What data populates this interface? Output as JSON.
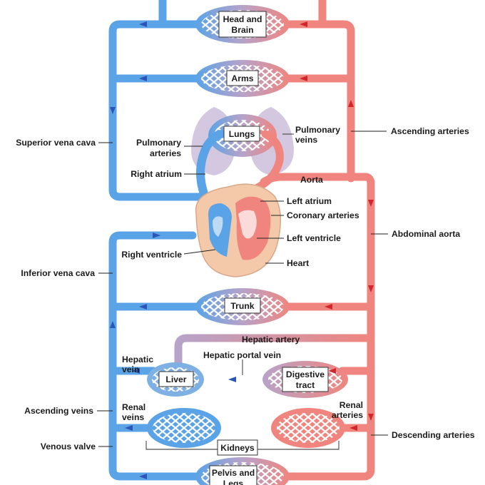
{
  "colors": {
    "venous": "#5aa3e6",
    "arterial": "#f0857f",
    "vein_arrow": "#2b56b8",
    "artery_arrow": "#d3262c",
    "capillary_mid": "#b7a3c9",
    "heart_tissue": "#f3c9a9"
  },
  "organ_boxes": {
    "head_brain": [
      "Head and",
      "Brain"
    ],
    "arms": "Arms",
    "lungs": "Lungs",
    "trunk": "Trunk",
    "liver": "Liver",
    "digestive": [
      "Digestive",
      "tract"
    ],
    "kidneys": "Kidneys",
    "pelvis_legs": [
      "Pelvis and",
      "Legs"
    ]
  },
  "labels": {
    "superior_vena_cava": "Superior vena cava",
    "pulmonary_arteries": [
      "Pulmonary",
      "arteries"
    ],
    "pulmonary_veins": [
      "Pulmonary",
      "veins"
    ],
    "ascending_arteries": "Ascending arteries",
    "right_atrium": "Right atrium",
    "aorta": "Aorta",
    "left_atrium": "Left atrium",
    "coronary_arteries": "Coronary arteries",
    "left_ventricle": "Left ventricle",
    "abdominal_aorta": "Abdominal aorta",
    "right_ventricle": "Right ventricle",
    "heart": "Heart",
    "inferior_vena_cava": "Inferior vena cava",
    "hepatic_artery": "Hepatic artery",
    "hepatic_vein": [
      "Hepatic",
      "vein"
    ],
    "hepatic_portal_vein": "Hepatic portal vein",
    "ascending_veins": "Ascending veins",
    "renal_veins": [
      "Renal",
      "veins"
    ],
    "renal_arteries": [
      "Renal",
      "arteries"
    ],
    "descending_arteries": "Descending arteries",
    "venous_valve": "Venous valve"
  }
}
